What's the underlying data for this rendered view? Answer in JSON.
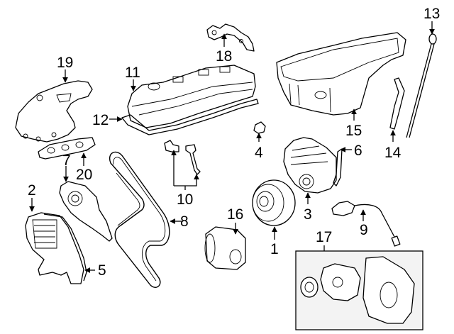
{
  "diagram": {
    "type": "exploded-parts-diagram",
    "subject": "engine components",
    "colors": {
      "line": "#000000",
      "background": "#ffffff",
      "inset_fill": "#f3f3f3"
    },
    "callouts": [
      {
        "id": "1",
        "label": "1",
        "part": "crankshaft-pulley"
      },
      {
        "id": "2",
        "label": "2",
        "part": "timing-cover-outer"
      },
      {
        "id": "3",
        "label": "3",
        "part": "oil-pump-assembly"
      },
      {
        "id": "4",
        "label": "4",
        "part": "oil-filler-cap"
      },
      {
        "id": "5",
        "label": "5",
        "part": "timing-cover-gasket"
      },
      {
        "id": "6",
        "label": "6",
        "part": "oil-pump-gasket"
      },
      {
        "id": "7",
        "label": "7",
        "part": "timing-cover-inner"
      },
      {
        "id": "8",
        "label": "8",
        "part": "timing-belt"
      },
      {
        "id": "9",
        "label": "9",
        "part": "sensor-with-wire"
      },
      {
        "id": "10",
        "label": "10",
        "part": "sensors-pair"
      },
      {
        "id": "11",
        "label": "11",
        "part": "valve-cover"
      },
      {
        "id": "12",
        "label": "12",
        "part": "valve-cover-gasket"
      },
      {
        "id": "13",
        "label": "13",
        "part": "dipstick"
      },
      {
        "id": "14",
        "label": "14",
        "part": "dipstick-tube"
      },
      {
        "id": "15",
        "label": "15",
        "part": "oil-pan"
      },
      {
        "id": "16",
        "label": "16",
        "part": "oil-filter"
      },
      {
        "id": "17",
        "label": "17",
        "part": "water-pump-kit"
      },
      {
        "id": "18",
        "label": "18",
        "part": "rear-timing-plate"
      },
      {
        "id": "19",
        "label": "19",
        "part": "exhaust-manifold"
      },
      {
        "id": "20",
        "label": "20",
        "part": "manifold-gasket"
      }
    ]
  }
}
